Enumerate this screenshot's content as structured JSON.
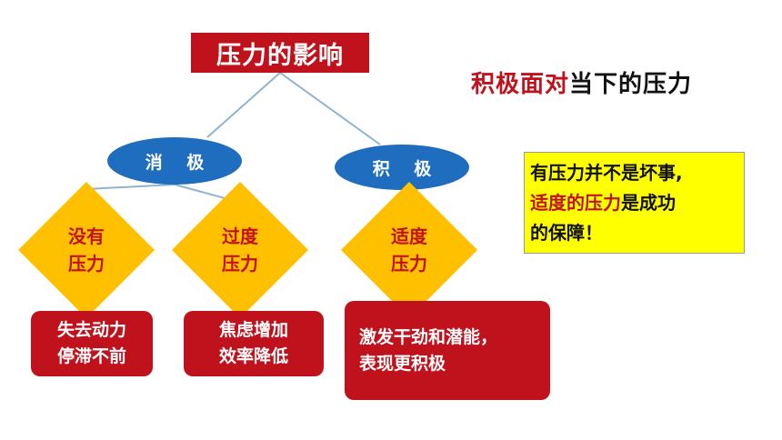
{
  "diagram": {
    "root": "压力的影响",
    "branches": [
      {
        "label": "消 极",
        "children": [
          {
            "diamond": [
              "没有",
              "压力"
            ],
            "result": [
              "失去动力",
              "停滞不前"
            ]
          },
          {
            "diamond": [
              "过度",
              "压力"
            ],
            "result": [
              "焦虑增加",
              "效率降低"
            ]
          }
        ]
      },
      {
        "label": "积 极",
        "children": [
          {
            "diamond": [
              "适度",
              "压力"
            ],
            "result": [
              "激发干劲和潜能，",
              "表现更积极"
            ]
          }
        ]
      }
    ]
  },
  "headline": {
    "red": "积极面对",
    "black": "当下的压力"
  },
  "note": {
    "line1": "有压力并不是坏事,",
    "line2_red": "适度的压力",
    "line2_black": "是成功",
    "line3": "的保障！"
  },
  "colors": {
    "accent_red": "#c0121c",
    "ellipse_blue": "#1f6dbf",
    "diamond_yellow": "#ffc000",
    "note_yellow": "#ffff00",
    "connector": "#8fb4cc"
  }
}
